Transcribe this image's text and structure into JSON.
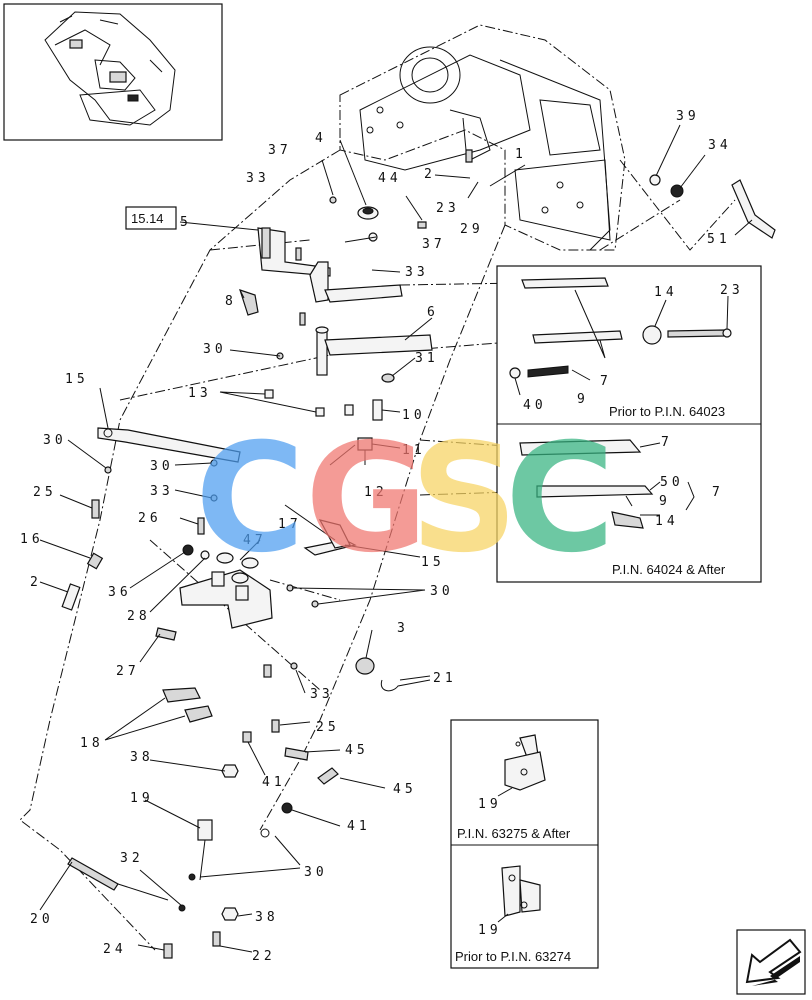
{
  "diagram": {
    "ref_box": "15.14",
    "watermark": [
      {
        "letter": "C",
        "color": "#4d9ef0"
      },
      {
        "letter": "G",
        "color": "#f0766f"
      },
      {
        "letter": "S",
        "color": "#f7d462"
      },
      {
        "letter": "C",
        "color": "#35b381"
      }
    ],
    "callouts": {
      "c1": "1",
      "c2a": "2",
      "c2b": "2",
      "c3": "3",
      "c4": "4",
      "c5": "5",
      "c6": "6",
      "c7a": "7",
      "c7b": "7",
      "c7c": "7",
      "c8": "8",
      "c9a": "9",
      "c9b": "9",
      "c10": "10",
      "c11": "11",
      "c12": "12",
      "c13": "13",
      "c14a": "14",
      "c14b": "14",
      "c15a": "15",
      "c15b": "15",
      "c16": "16",
      "c17": "17",
      "c18": "18",
      "c19": "19",
      "c20": "20",
      "c21": "21",
      "c22": "22",
      "c23a": "23",
      "c23b": "23",
      "c24": "24",
      "c25a": "25",
      "c25b": "25",
      "c26": "26",
      "c27": "27",
      "c28": "28",
      "c29": "29",
      "c30a": "30",
      "c30b": "30",
      "c30c": "30",
      "c30d": "30",
      "c30e": "30",
      "c31": "31",
      "c32": "32",
      "c33a": "33",
      "c33b": "33",
      "c33c": "33",
      "c33d": "33",
      "c34": "34",
      "c36": "36",
      "c37a": "37",
      "c37b": "37",
      "c38a": "38",
      "c38b": "38",
      "c39": "39",
      "c40": "40",
      "c41a": "41",
      "c41b": "41",
      "c44": "44",
      "c45a": "45",
      "c45b": "45",
      "c47": "47",
      "c50": "50",
      "c51": "51"
    },
    "insets": {
      "prior_64023": {
        "caption": "Prior to P.I.N. 64023"
      },
      "after_64024": {
        "caption": "P.I.N. 64024 & After"
      },
      "after_63275": {
        "caption": "P.I.N. 63275 & After",
        "part": "19"
      },
      "prior_63274": {
        "caption": "Prior to P.I.N. 63274",
        "part": "19"
      }
    },
    "icons": {
      "nav": "arrow-icon"
    }
  }
}
